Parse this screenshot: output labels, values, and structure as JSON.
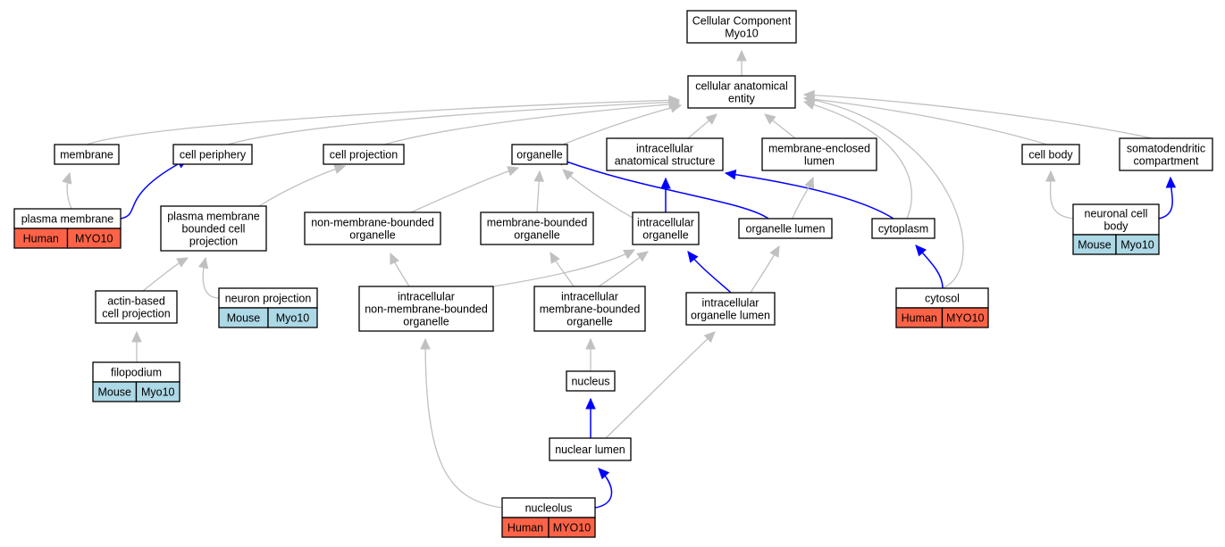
{
  "colors": {
    "human": "#ff6347",
    "mouse": "#add8e6",
    "edge_default": "#c0c0c0",
    "edge_highlight": "#0000ff"
  },
  "nodes": {
    "root": {
      "lines": [
        "Cellular Component",
        "Myo10"
      ]
    },
    "cae": {
      "lines": [
        "cellular anatomical",
        "entity"
      ]
    },
    "membrane": {
      "lines": [
        "membrane"
      ]
    },
    "cell_periphery": {
      "lines": [
        "cell periphery"
      ]
    },
    "cell_projection": {
      "lines": [
        "cell projection"
      ]
    },
    "organelle": {
      "lines": [
        "organelle"
      ]
    },
    "ias": {
      "lines": [
        "intracellular",
        "anatomical structure"
      ]
    },
    "mel": {
      "lines": [
        "membrane-enclosed",
        "lumen"
      ]
    },
    "cell_body": {
      "lines": [
        "cell body"
      ]
    },
    "sdc": {
      "lines": [
        "somatodendritic",
        "compartment"
      ]
    },
    "plasma_membrane": {
      "lines": [
        "plasma membrane"
      ],
      "species": "Human",
      "gene": "MYO10"
    },
    "pmbcp": {
      "lines": [
        "plasma membrane",
        "bounded cell",
        "projection"
      ]
    },
    "nmbo": {
      "lines": [
        "non-membrane-bounded",
        "organelle"
      ]
    },
    "mbo": {
      "lines": [
        "membrane-bounded",
        "organelle"
      ]
    },
    "io": {
      "lines": [
        "intracellular",
        "organelle"
      ]
    },
    "ol": {
      "lines": [
        "organelle lumen"
      ]
    },
    "cytoplasm": {
      "lines": [
        "cytoplasm"
      ]
    },
    "ncb": {
      "lines": [
        "neuronal cell",
        "body"
      ],
      "species": "Mouse",
      "gene": "Myo10"
    },
    "abcp": {
      "lines": [
        "actin-based",
        "cell projection"
      ]
    },
    "np": {
      "lines": [
        "neuron projection"
      ],
      "species": "Mouse",
      "gene": "Myo10"
    },
    "inmbo": {
      "lines": [
        "intracellular",
        "non-membrane-bounded",
        "organelle"
      ]
    },
    "imbo": {
      "lines": [
        "intracellular",
        "membrane-bounded",
        "organelle"
      ]
    },
    "iol": {
      "lines": [
        "intracellular",
        "organelle lumen"
      ]
    },
    "cytosol": {
      "lines": [
        "cytosol"
      ],
      "species": "Human",
      "gene": "MYO10"
    },
    "filopodium": {
      "lines": [
        "filopodium"
      ],
      "species": "Mouse",
      "gene": "Myo10"
    },
    "nucleus": {
      "lines": [
        "nucleus"
      ]
    },
    "nuclear_lumen": {
      "lines": [
        "nuclear lumen"
      ]
    },
    "nucleolus": {
      "lines": [
        "nucleolus"
      ],
      "species": "Human",
      "gene": "MYO10"
    }
  },
  "edges": [
    {
      "from": "cae",
      "to": "root",
      "highlight": false
    },
    {
      "from": "membrane",
      "to": "cae",
      "highlight": false
    },
    {
      "from": "cell_periphery",
      "to": "cae",
      "highlight": false
    },
    {
      "from": "cell_projection",
      "to": "cae",
      "highlight": false
    },
    {
      "from": "organelle",
      "to": "cae",
      "highlight": false
    },
    {
      "from": "ias",
      "to": "cae",
      "highlight": false
    },
    {
      "from": "mel",
      "to": "cae",
      "highlight": false
    },
    {
      "from": "cell_body",
      "to": "cae",
      "highlight": false
    },
    {
      "from": "sdc",
      "to": "cae",
      "highlight": false
    },
    {
      "from": "cytoplasm",
      "to": "cae",
      "highlight": false
    },
    {
      "from": "cytosol",
      "to": "cae",
      "highlight": false
    },
    {
      "from": "plasma_membrane",
      "to": "membrane",
      "highlight": false
    },
    {
      "from": "plasma_membrane",
      "to": "cell_periphery",
      "highlight": true
    },
    {
      "from": "pmbcp",
      "to": "cell_projection",
      "highlight": false
    },
    {
      "from": "nmbo",
      "to": "organelle",
      "highlight": false
    },
    {
      "from": "mbo",
      "to": "organelle",
      "highlight": false
    },
    {
      "from": "io",
      "to": "organelle",
      "highlight": false
    },
    {
      "from": "ol",
      "to": "organelle",
      "highlight": true
    },
    {
      "from": "io",
      "to": "ias",
      "highlight": true
    },
    {
      "from": "cytoplasm",
      "to": "ias",
      "highlight": true
    },
    {
      "from": "ol",
      "to": "mel",
      "highlight": false
    },
    {
      "from": "ncb",
      "to": "cell_body",
      "highlight": false
    },
    {
      "from": "ncb",
      "to": "sdc",
      "highlight": true
    },
    {
      "from": "abcp",
      "to": "pmbcp",
      "highlight": false
    },
    {
      "from": "np",
      "to": "pmbcp",
      "highlight": false
    },
    {
      "from": "inmbo",
      "to": "nmbo",
      "highlight": false
    },
    {
      "from": "inmbo",
      "to": "io",
      "highlight": false
    },
    {
      "from": "imbo",
      "to": "mbo",
      "highlight": false
    },
    {
      "from": "imbo",
      "to": "io",
      "highlight": false
    },
    {
      "from": "iol",
      "to": "io",
      "highlight": true
    },
    {
      "from": "iol",
      "to": "ol",
      "highlight": false
    },
    {
      "from": "cytosol",
      "to": "cytoplasm",
      "highlight": true
    },
    {
      "from": "filopodium",
      "to": "abcp",
      "highlight": false
    },
    {
      "from": "nucleus",
      "to": "imbo",
      "highlight": false
    },
    {
      "from": "nuclear_lumen",
      "to": "nucleus",
      "highlight": true
    },
    {
      "from": "nuclear_lumen",
      "to": "iol",
      "highlight": false
    },
    {
      "from": "nucleolus",
      "to": "inmbo",
      "highlight": false
    },
    {
      "from": "nucleolus",
      "to": "nuclear_lumen",
      "highlight": true
    }
  ]
}
